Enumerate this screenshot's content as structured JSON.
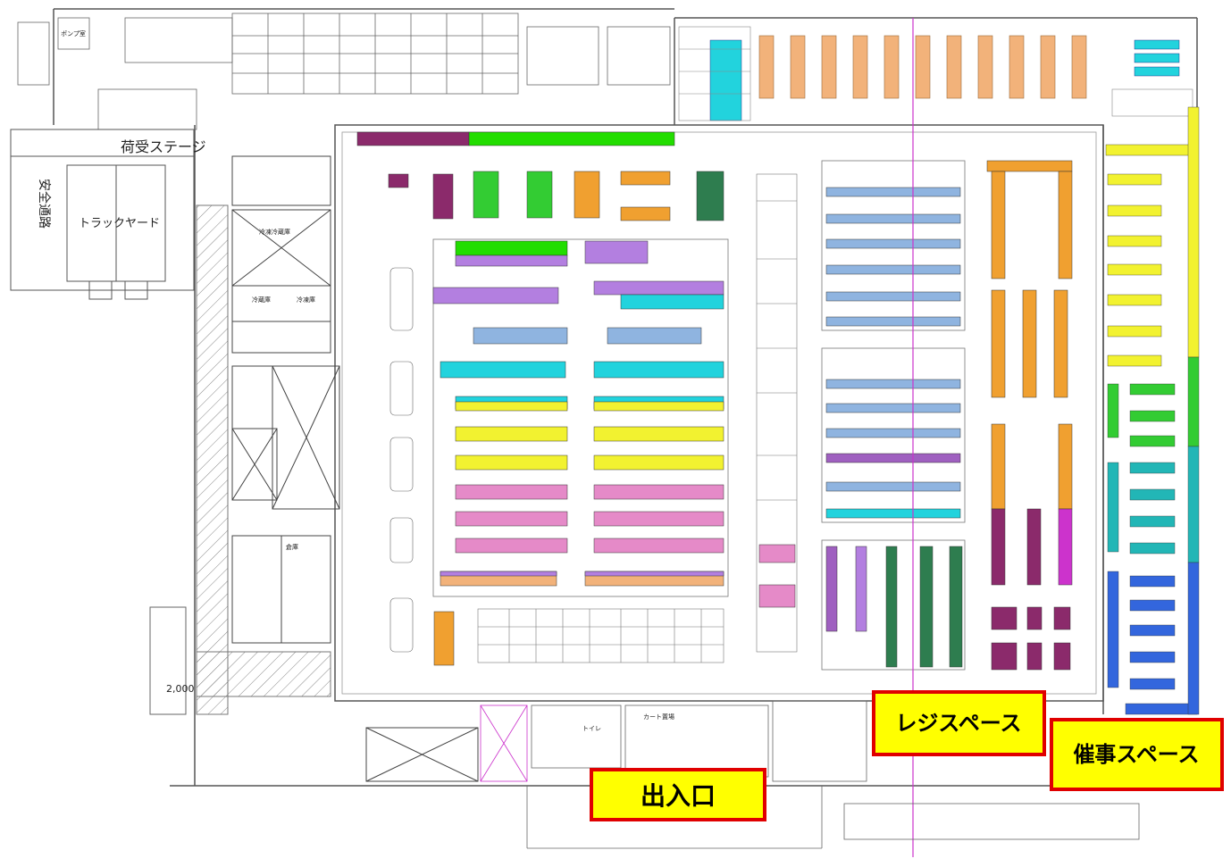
{
  "labels": {
    "receiving_stage": "荷受ステージ",
    "truck_yard": "トラックヤード",
    "side_vertical": "安全通路",
    "dimension_2000": "2,000",
    "cart_area": "カート置場",
    "pump_room": "ポンプ室",
    "storage_room": "倉庫",
    "refrigerated_1": "冷蔵庫",
    "refrigerated_2": "冷凍庫",
    "freezer_room": "冷凍冷蔵庫",
    "toilet": "トイレ"
  },
  "callouts": {
    "entrance": "出入口",
    "register": "レジスペース",
    "event": "催事スペース"
  },
  "colors": {
    "magenta_dark": "#8B2A6B",
    "green": "#22DD00",
    "lime": "#33CC33",
    "orange": "#F0A030",
    "peach": "#F2B27A",
    "dark_green": "#2E7D4F",
    "lavender": "#B37FE0",
    "cyan": "#22D3DD",
    "blue_light": "#8FB4E0",
    "yellow": "#F2F230",
    "pink": "#E58AC8",
    "violet": "#9F60C0",
    "teal": "#22B6B6",
    "blue": "#3366DD",
    "callout_fill": "#FFFF00",
    "callout_border": "#E00000"
  }
}
